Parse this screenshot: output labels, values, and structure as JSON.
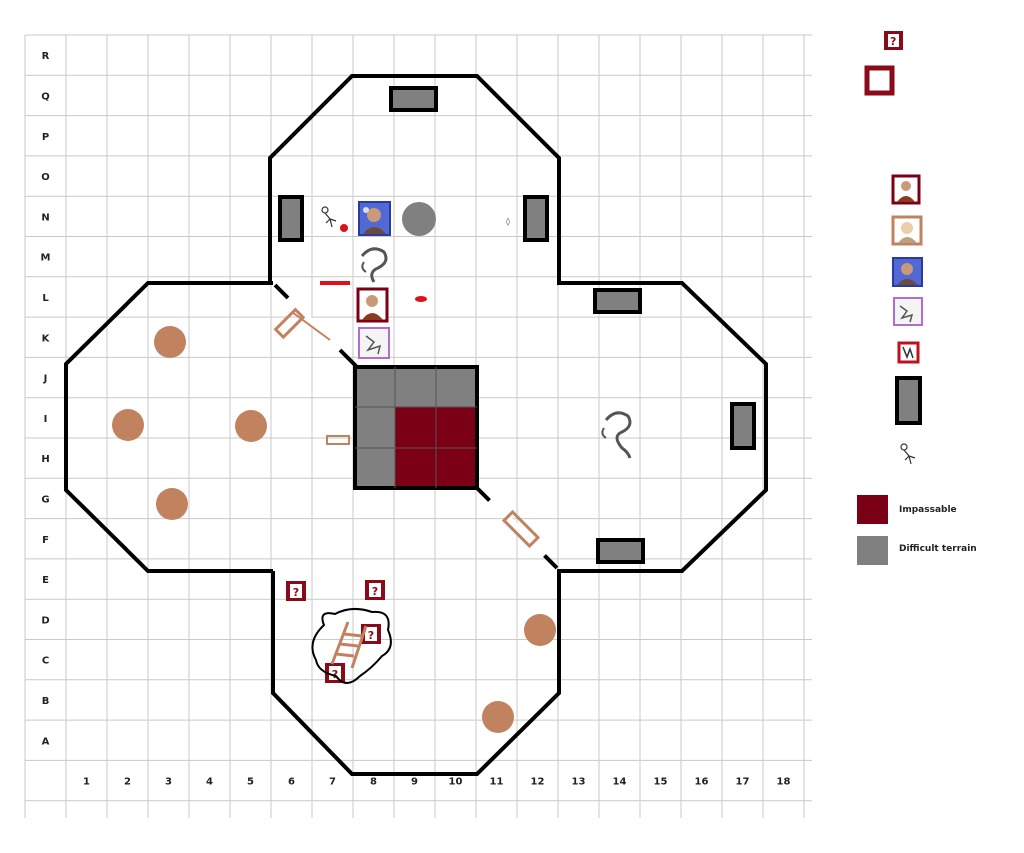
{
  "grid": {
    "rows": [
      "R",
      "Q",
      "P",
      "O",
      "N",
      "M",
      "L",
      "K",
      "J",
      "I",
      "H",
      "G",
      "F",
      "E",
      "D",
      "C",
      "B",
      "A"
    ],
    "cols": [
      "1",
      "2",
      "3",
      "4",
      "5",
      "6",
      "7",
      "8",
      "9",
      "10",
      "11",
      "12",
      "13",
      "14",
      "15",
      "16",
      "17",
      "18"
    ]
  },
  "colors": {
    "grid_line": "#c9c9c9",
    "wall": "#000000",
    "impassable": "#7b0016",
    "difficult": "#808080",
    "pillar": "#c1835f",
    "door": "#c1835f",
    "marker": "#8b0a1a"
  },
  "markers": {
    "unknown_label": "?"
  },
  "legend": {
    "impassable_label": "Impassable",
    "difficult_label": "Difficult terrain"
  }
}
